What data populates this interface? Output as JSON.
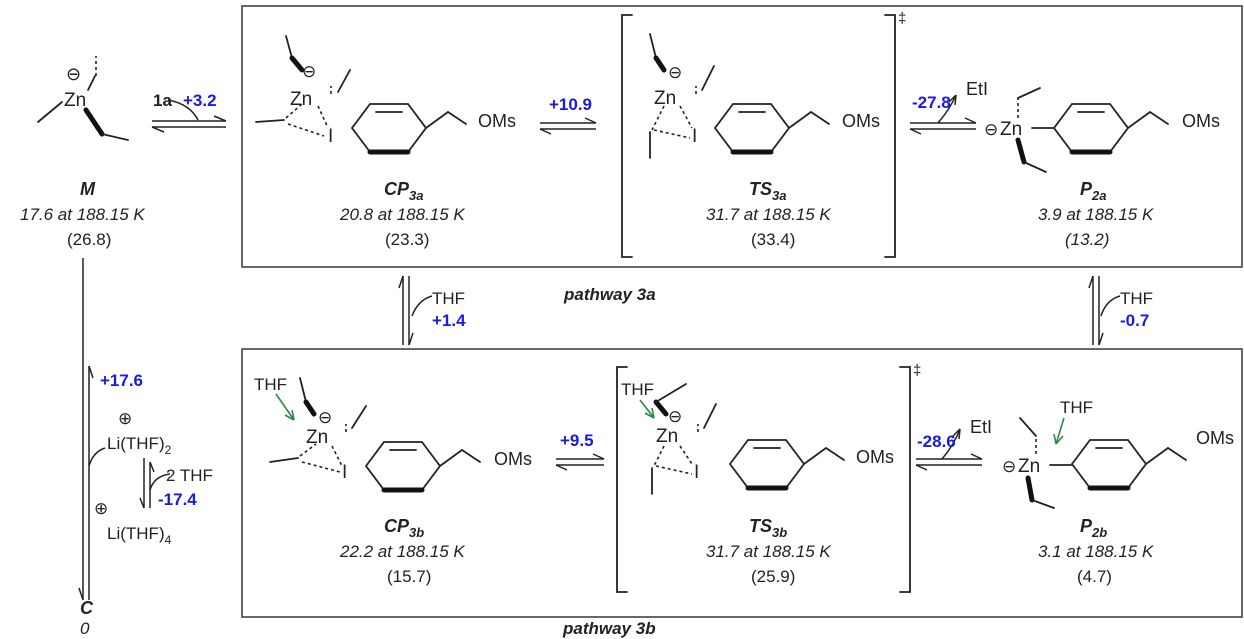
{
  "species": {
    "M": {
      "label": "M",
      "energy": "17.6 at 188.15 K",
      "paren": "(26.8)"
    },
    "CP3a": {
      "label": "CP",
      "sub": "3a",
      "energy": "20.8 at 188.15 K",
      "paren": "(23.3)"
    },
    "TS3a": {
      "label": "TS",
      "sub": "3a",
      "energy": "31.7 at 188.15 K",
      "paren": "(33.4)"
    },
    "P2a": {
      "label": "P",
      "sub": "2a",
      "energy": "3.9 at 188.15 K",
      "paren": "(13.2)"
    },
    "CP3b": {
      "label": "CP",
      "sub": "3b",
      "energy": "22.2 at 188.15 K",
      "paren": "(15.7)"
    },
    "TS3b": {
      "label": "TS",
      "sub": "3b",
      "energy": "31.7 at 188.15 K",
      "paren": "(25.9)"
    },
    "P2b": {
      "label": "P",
      "sub": "2b",
      "energy": "3.1 at 188.15 K",
      "paren": "(4.7)"
    },
    "C": {
      "label": "C",
      "energy": "0"
    }
  },
  "steps": {
    "m_cp3a": {
      "reagent": "1a",
      "value": "+3.2"
    },
    "cp3a_ts3a": {
      "value": "+10.9"
    },
    "ts3a_p2a": {
      "value": "-27.8",
      "leaving": "EtI"
    },
    "cp3b_ts3b": {
      "value": "+9.5"
    },
    "ts3b_p2b": {
      "value": "-28.6",
      "leaving": "EtI"
    },
    "cp3b_cp3a": {
      "reagent": "THF",
      "value": "+1.4"
    },
    "p2b_p2a": {
      "reagent": "THF",
      "value": "-0.7"
    },
    "c_m": {
      "value": "+17.6",
      "reagent": "Li(THF)",
      "reagent_sub": "2"
    },
    "li_exchange": {
      "reagent": "2 THF",
      "value": "-17.4",
      "product": "Li(THF)",
      "product_sub": "4"
    }
  },
  "pathways": {
    "a": "pathway 3a",
    "b": "pathway 3b"
  },
  "atoms": {
    "zn": "Zn",
    "iodine": "I",
    "oms": "OMs",
    "thf": "THF",
    "minus": "⊖",
    "plus": "⊕",
    "dagger": "‡"
  }
}
